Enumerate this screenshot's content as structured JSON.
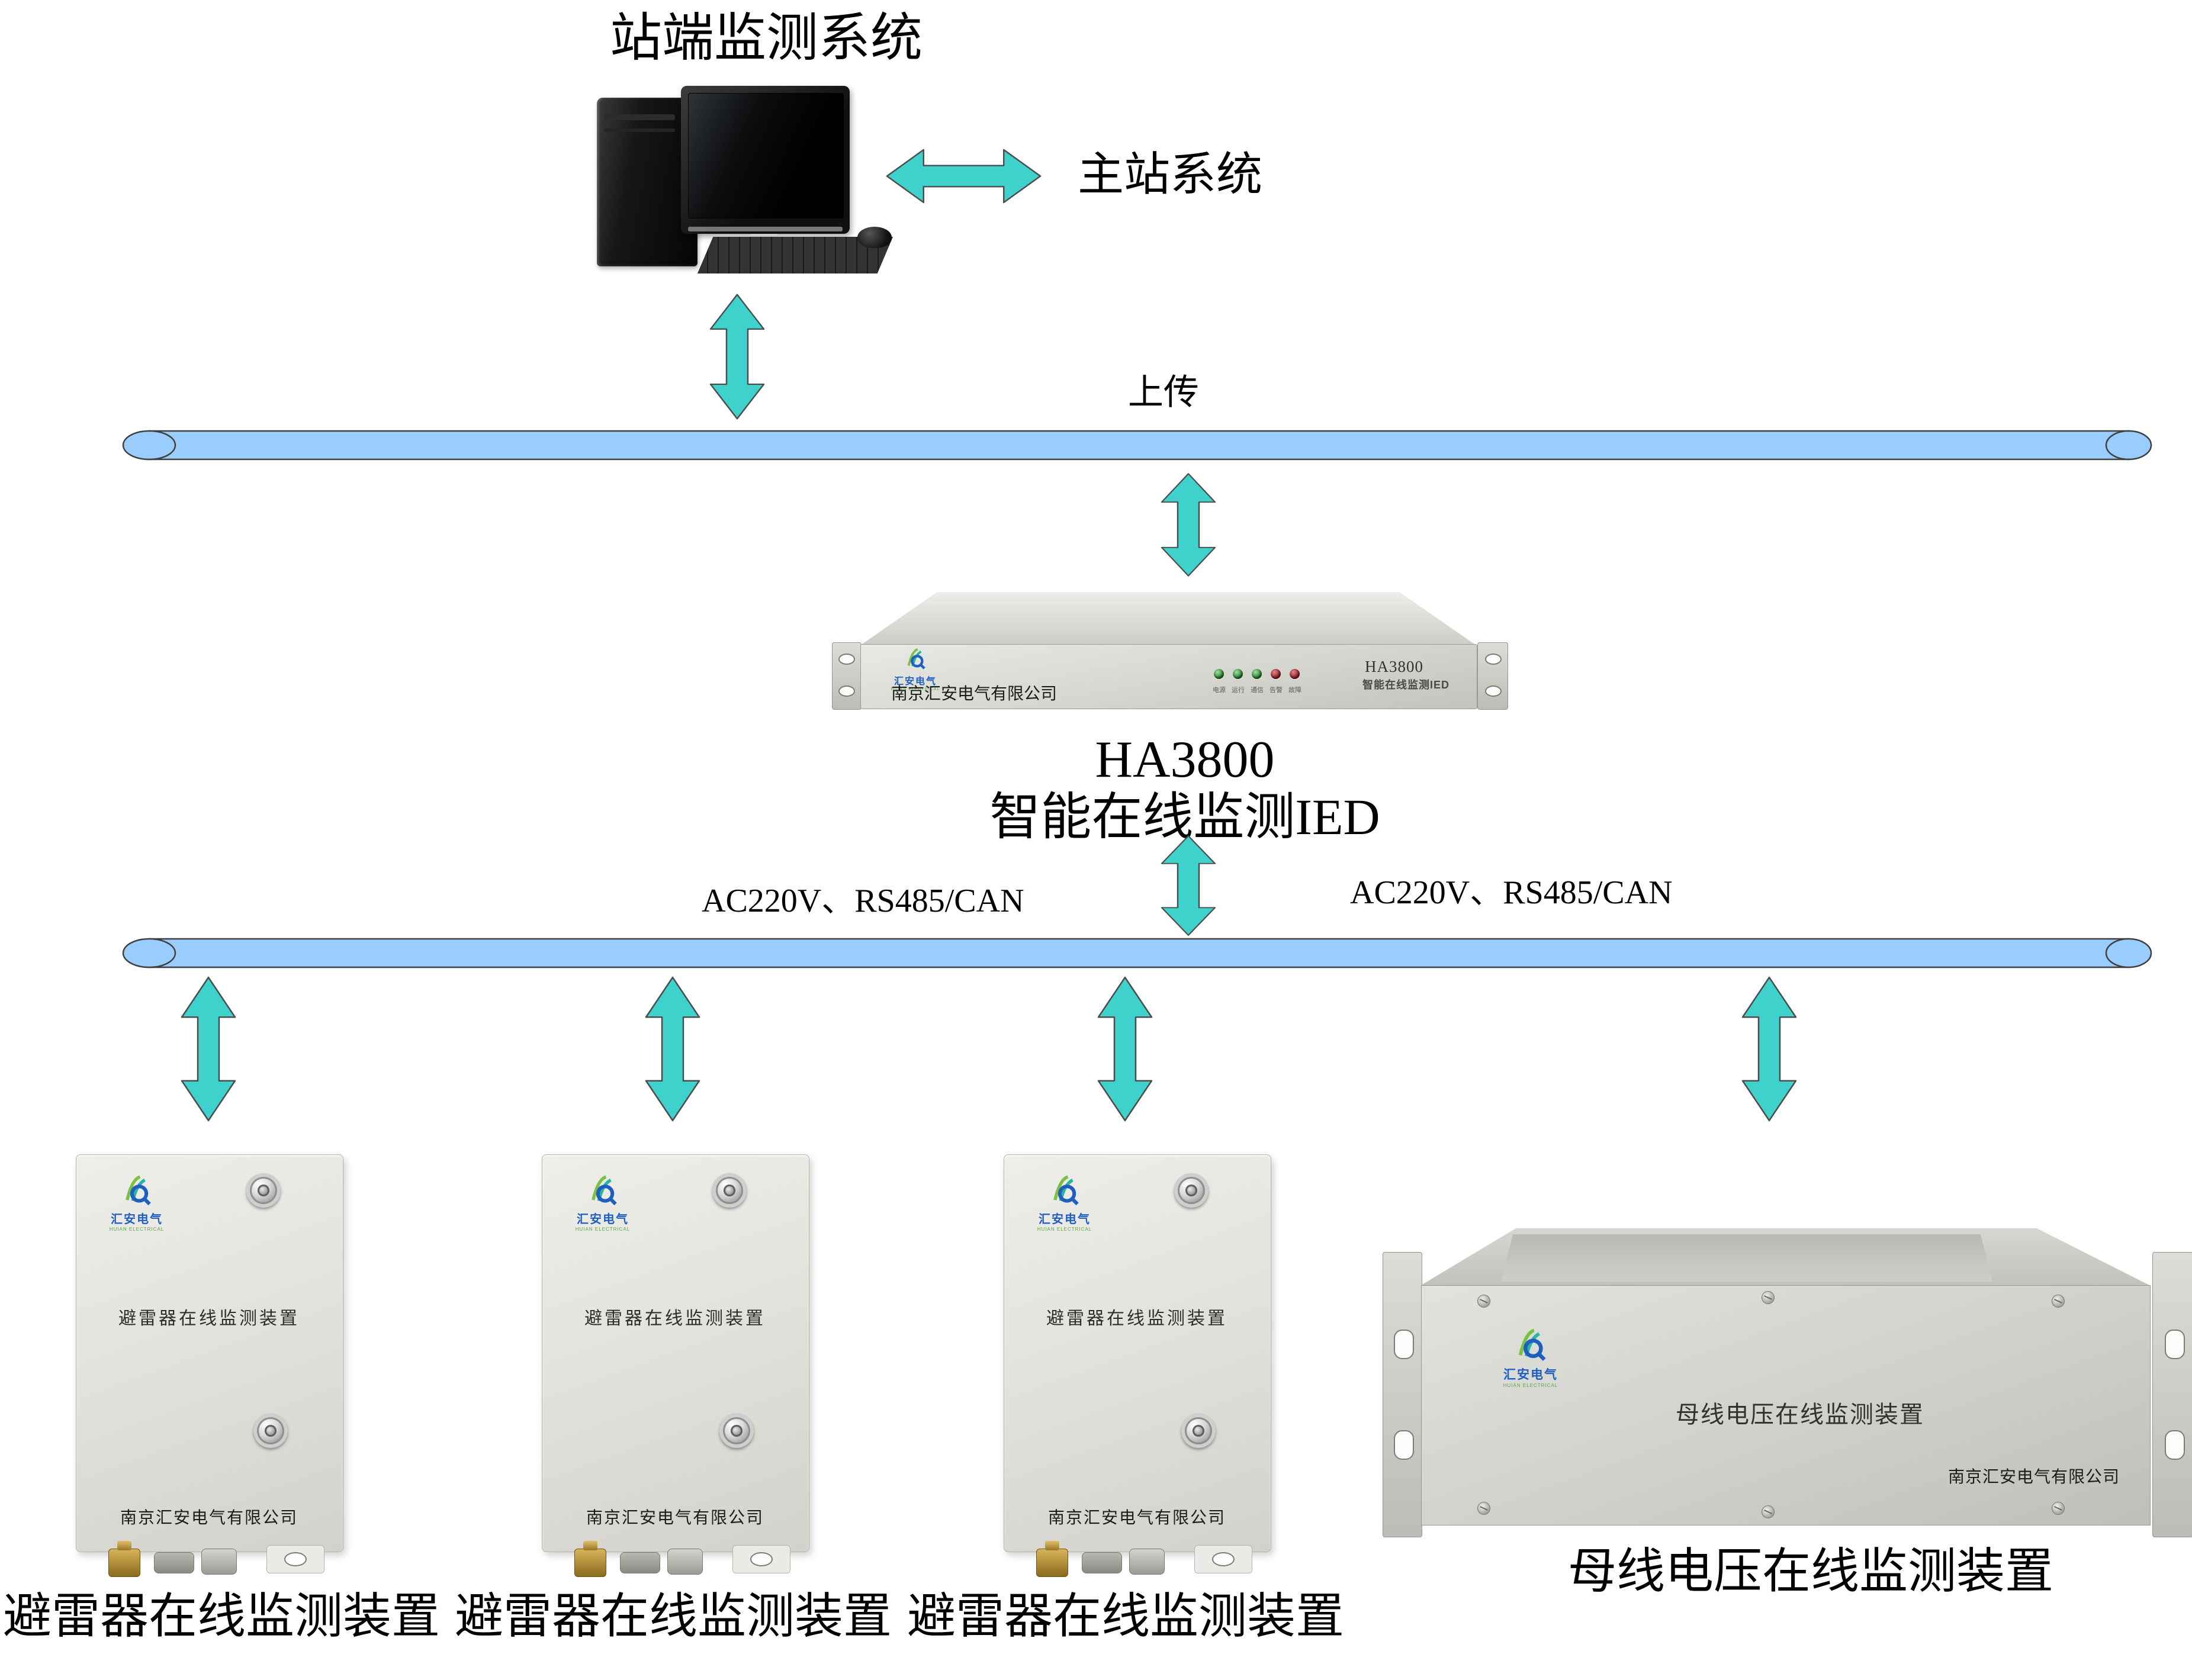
{
  "colors": {
    "arrow_fill": "#3FD1CC",
    "bus_fill": "#99CCFF",
    "bus_stroke": "#3f3f3f",
    "led_green": "#1f7a24",
    "led_red": "#8a1414",
    "brand_blue": "#1f5fbf",
    "brand_green": "#58a63c"
  },
  "header": {
    "station_system": "站端监测系统",
    "master_system": "主站系统",
    "upload": "上传"
  },
  "bus2_labels": {
    "left": "AC220V、RS485/CAN",
    "right": "AC220V、RS485/CAN"
  },
  "brand": {
    "name": "汇安电气",
    "name_en": "HUIAN ELECTRICAL",
    "company": "南京汇安电气有限公司"
  },
  "ied": {
    "panel_model": "HA3800",
    "panel_subtitle": "智能在线监测IED",
    "caption_model": "HA3800",
    "caption_subtitle": "智能在线监测IED",
    "leds": [
      {
        "label": "电源",
        "state": "green"
      },
      {
        "label": "运行",
        "state": "green"
      },
      {
        "label": "通信",
        "state": "green"
      },
      {
        "label": "告警",
        "state": "red"
      },
      {
        "label": "故障",
        "state": "red"
      }
    ]
  },
  "arresters": {
    "panel_label": "避雷器在线监测装置",
    "captions": [
      "避雷器在线监测装置",
      "避雷器在线监测装置",
      "避雷器在线监测装置"
    ]
  },
  "busbar": {
    "panel_label": "母线电压在线监测装置",
    "caption": "母线电压在线监测装置"
  }
}
